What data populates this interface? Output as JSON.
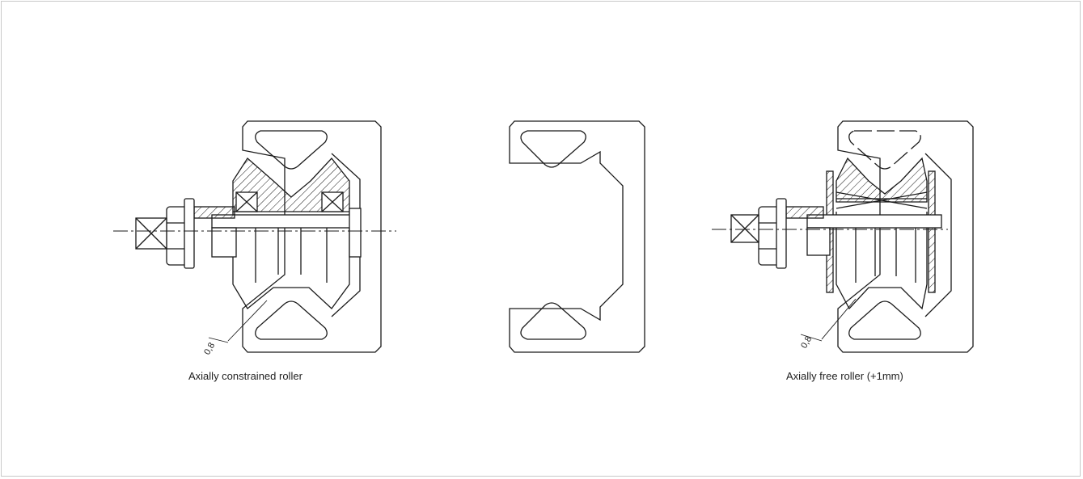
{
  "captions": {
    "left": "Axially constrained roller",
    "right": "Axially free roller  (+1mm)"
  },
  "dimensions": {
    "left_clearance": "0,8",
    "right_clearance": "0,8"
  },
  "colors": {
    "line": "#1a1a1a",
    "frame": "#c8c8c8",
    "background": "#ffffff"
  }
}
